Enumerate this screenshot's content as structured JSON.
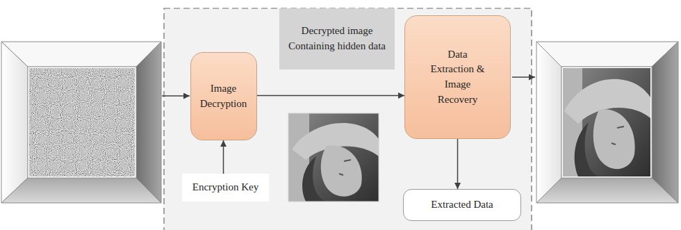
{
  "diagram": {
    "nodes": [
      {
        "text": [
          "Image Decryption"
        ]
      },
      {
        "text": [
          "Encryption Key"
        ]
      },
      {
        "text": [
          "Decrypted image Containing hidden data"
        ]
      },
      {
        "text": [
          "Data Extraction & Image Recovery"
        ]
      },
      {
        "text": [
          "Extracted Data"
        ]
      }
    ],
    "edges": [
      {
        "from": 1,
        "to": 0,
        "arrow": "to"
      },
      {
        "from": 0,
        "to": 3,
        "arrow": "to"
      },
      {
        "from": 3,
        "to": 4,
        "arrow": "to"
      }
    ]
  }
}
